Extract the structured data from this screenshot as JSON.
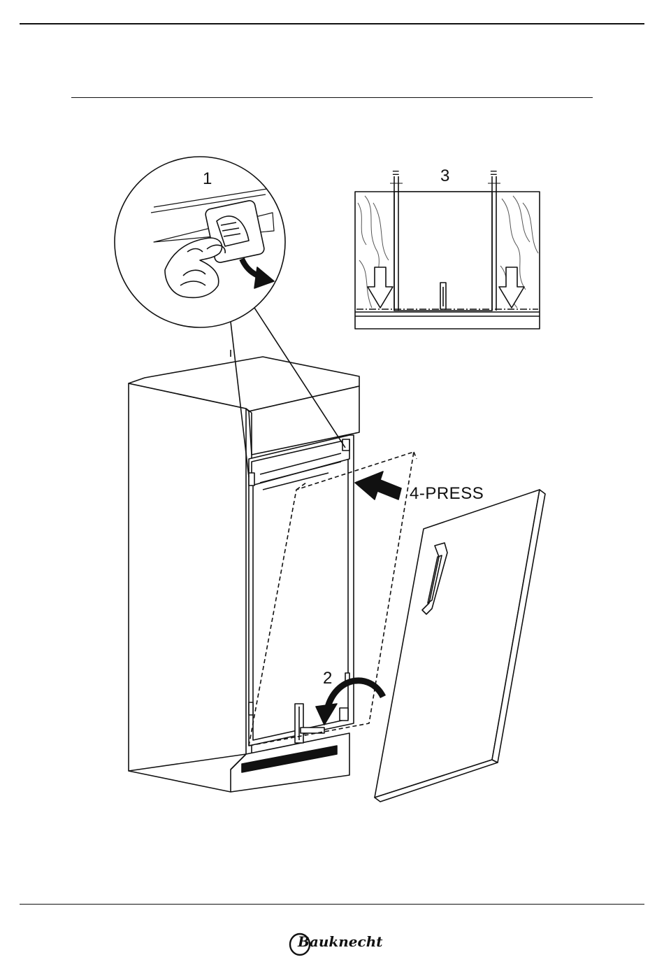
{
  "steps": {
    "step1": "1",
    "step2": "2",
    "step3": "3",
    "step4": "4-PRESS"
  },
  "detail3": {
    "equal_left": "=",
    "equal_right": "="
  },
  "brand": {
    "name": "Bauknecht"
  },
  "colors": {
    "line": "#111111",
    "background": "#ffffff"
  }
}
